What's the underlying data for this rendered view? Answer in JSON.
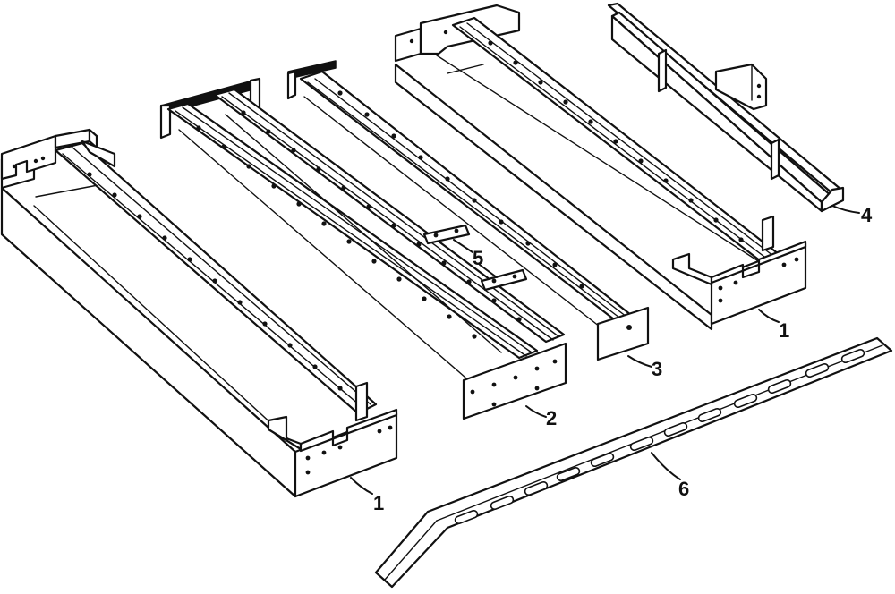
{
  "callouts": [
    {
      "id": "frame-rail-left",
      "label": "1"
    },
    {
      "id": "cross-rail",
      "label": "2"
    },
    {
      "id": "center-rail",
      "label": "3"
    },
    {
      "id": "channel-beam",
      "label": "4"
    },
    {
      "id": "splice-plates",
      "label": "5"
    },
    {
      "id": "frame-rail-right",
      "label": "1"
    },
    {
      "id": "slotted-track",
      "label": "6"
    }
  ]
}
